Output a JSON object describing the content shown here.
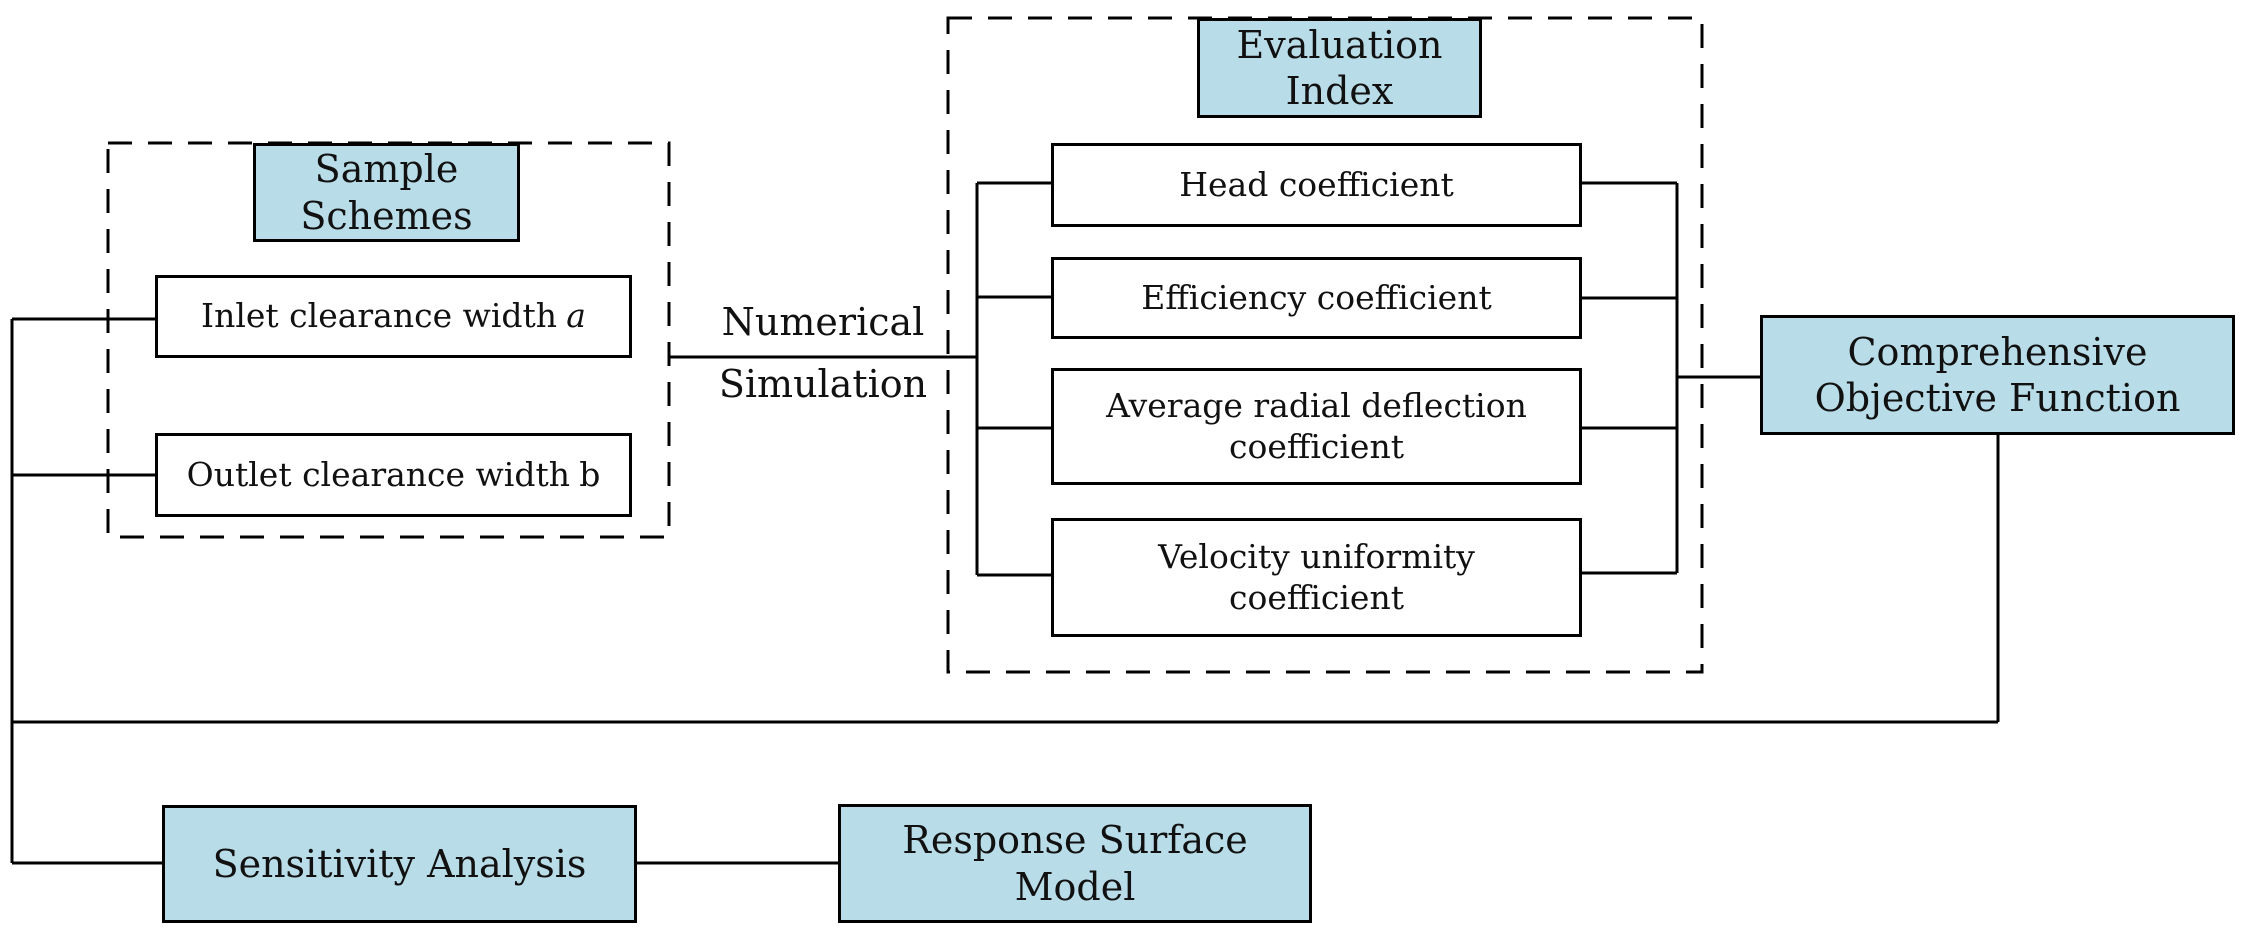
{
  "diagram": {
    "sample_group": {
      "title": [
        "Sample",
        "Schemes"
      ],
      "items": [
        {
          "text": "Inlet clearance width",
          "var": "a"
        },
        {
          "text": "Outlet clearance width",
          "var": "b"
        }
      ]
    },
    "process_label": {
      "line1": "Numerical",
      "line2": "Simulation"
    },
    "evaluation_group": {
      "title": [
        "Evaluation",
        "Index"
      ],
      "items": [
        "Head coefficient",
        "Efficiency coefficient",
        [
          "Average radial deflection",
          "coefficient"
        ],
        [
          "Velocity uniformity",
          "coefficient"
        ]
      ]
    },
    "objective": {
      "label": [
        "Comprehensive",
        "Objective Function"
      ]
    },
    "sensitivity": {
      "label": "Sensitivity Analysis"
    },
    "response": {
      "label": [
        "Response Surface",
        "Model"
      ]
    }
  },
  "colors": {
    "box_fill": "#b8dce8",
    "box_border": "#000000",
    "line": "#000000",
    "text": "#111111",
    "background": "#ffffff"
  }
}
